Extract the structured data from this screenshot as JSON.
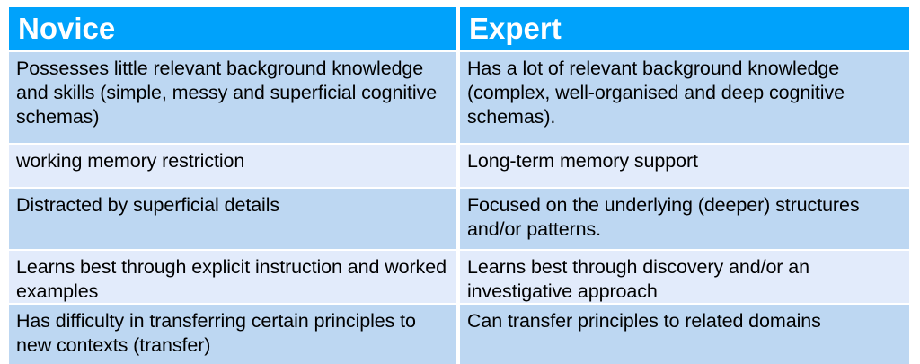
{
  "table": {
    "columns": [
      {
        "key": "novice",
        "label": "Novice"
      },
      {
        "key": "expert",
        "label": "Expert"
      }
    ],
    "header_background": "#00a2fb",
    "header_text_color": "#ffffff",
    "row_background_odd": "#bdd7f2",
    "row_background_even": "#e2ebfb",
    "row_text_color": "#000000",
    "rows": [
      {
        "novice": "Possesses little relevant background knowledge and skills (simple, messy and superficial cognitive schemas)",
        "expert": "Has a lot of relevant background knowledge (complex, well-organised and deep cognitive schemas)."
      },
      {
        "novice": "working memory restriction",
        "expert": "Long-term memory support"
      },
      {
        "novice": "Distracted by superficial details",
        "expert": "Focused on the underlying (deeper) structures and/or patterns."
      },
      {
        "novice": "Learns best through explicit instruction and worked examples",
        "expert": "Learns best through discovery and/or an investigative approach"
      },
      {
        "novice": "Has difficulty in transferring certain principles to new contexts (transfer)",
        "expert": "Can transfer principles to related domains"
      }
    ]
  }
}
